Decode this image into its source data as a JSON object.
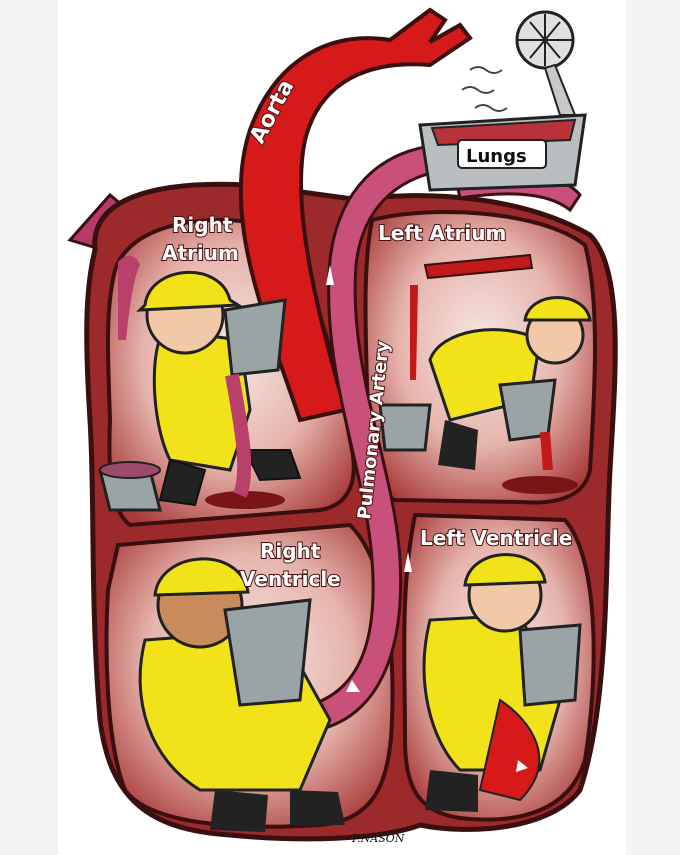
{
  "labels": {
    "aorta": "Aorta",
    "lungs": "Lungs",
    "right_atrium_1": "Right",
    "right_atrium_2": "Atrium",
    "left_atrium": "Left Atrium",
    "pulmonary_artery": "Pulmonary Artery",
    "right_ventricle_1": "Right",
    "right_ventricle_2": "Ventricle",
    "left_ventricle": "Left Ventricle",
    "signature": "P.NASON"
  },
  "colors": {
    "heart_outline": "#3a0f0f",
    "heart_wall": "#9c2a2a",
    "chamber_bg": "#b84a4a",
    "chamber_light": "#f2dcd8",
    "aorta": "#d61a1a",
    "pulmonary": "#c8507a",
    "worker_yellow": "#f2e21a",
    "skin": "#f1c8a8",
    "bucket": "#9aa3a6",
    "boot": "#222222"
  }
}
